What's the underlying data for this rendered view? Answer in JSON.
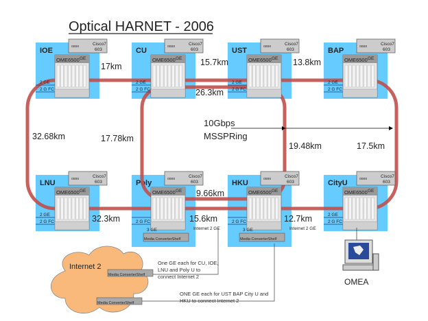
{
  "title": "Optical HARNET - 2006",
  "sites": [
    {
      "name": "IOE",
      "cisco": "Cisco7\n603"
    },
    {
      "name": "CU"
    },
    {
      "name": "UST"
    },
    {
      "name": "BAP"
    },
    {
      "name": "LNU"
    },
    {
      "name": "Poly"
    },
    {
      "name": "HKU"
    },
    {
      "name": "CityU"
    }
  ],
  "device": {
    "ome": "OME6500",
    "cisco_line1": "Cisco7",
    "cisco_line2": "603",
    "ge": "GE",
    "two_ge": "2 GE",
    "two_gfc": "2 G FC",
    "three_ge": "3 GE",
    "internet2_ge": "Internet 2 GE",
    "media_shelf": "Media ConverterShelf"
  },
  "links": {
    "ioe_cu": "17km",
    "cu_ust": "15.7km",
    "ust_bap": "13.8km",
    "cu_ust_inner": "26.3km",
    "ioe_lnu": "32.68km",
    "cu_poly": "17.78km",
    "ust_hku": "19.48km",
    "bap_cityu": "17.5km",
    "poly_hku_inner": "9.66km",
    "lnu_poly": "32.3km",
    "poly_hku": "15.6km",
    "hku_cityu": "12.7km"
  },
  "ring": {
    "speed": "10Gbps",
    "type": "MSSPRing"
  },
  "internet2": {
    "label": "Internet 2",
    "note1": [
      "One GE each for CU, IOE,",
      "LNU and Poly U to",
      "connect Internet 2"
    ],
    "note2": [
      "ONE GE each for UST BAP City U and",
      "HKU to connect Internet 2"
    ]
  },
  "omea": {
    "label": "OMEA"
  },
  "colors": {
    "site_bg": "#66ccff",
    "ring": "#c0504d",
    "cloud": "#f9b97a"
  }
}
